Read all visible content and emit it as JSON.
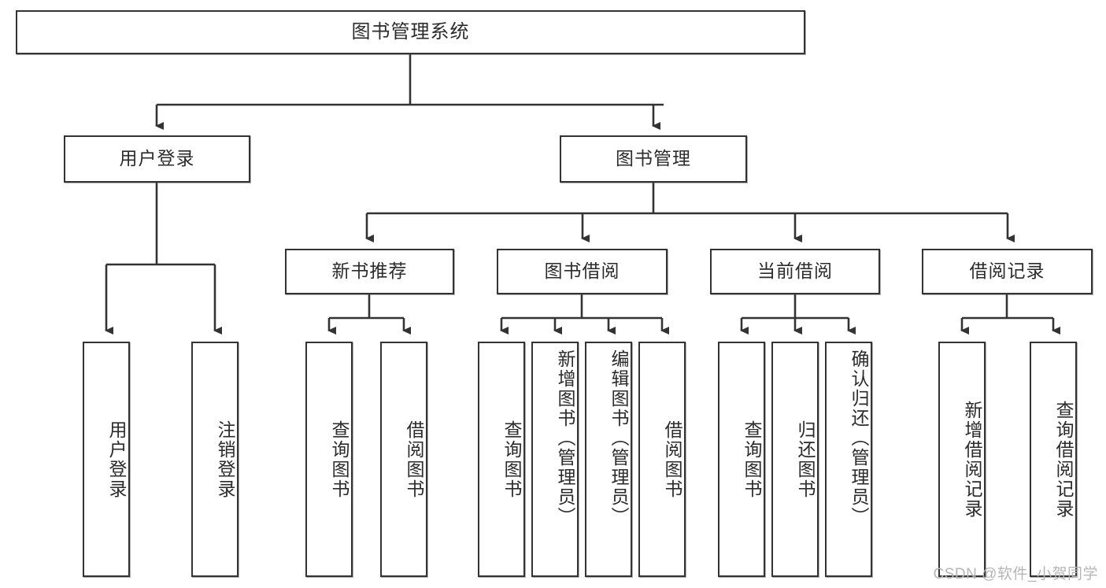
{
  "diagram": {
    "title": "图书管理系统",
    "root": {
      "label": "图书管理系统"
    },
    "level2": [
      {
        "label": "用户登录"
      },
      {
        "label": "图书管理"
      }
    ],
    "level3": [
      {
        "label": "新书推荐"
      },
      {
        "label": "图书借阅"
      },
      {
        "label": "当前借阅"
      },
      {
        "label": "借阅记录"
      }
    ],
    "leaves": {
      "user_login": [
        {
          "label": "用户登录"
        },
        {
          "label": "注销登录"
        }
      ],
      "new_book": [
        {
          "label": "查询图书"
        },
        {
          "label": "借阅图书"
        }
      ],
      "book_borrow": [
        {
          "label": "查询图书"
        },
        {
          "label": "新增图书（管理员）"
        },
        {
          "label": "编辑图书（管理员）"
        },
        {
          "label": "借阅图书"
        }
      ],
      "current_borrow": [
        {
          "label": "查询图书"
        },
        {
          "label": "归还图书"
        },
        {
          "label": "确认归还（管理员）"
        }
      ],
      "borrow_record": [
        {
          "label": "新增借阅记录"
        },
        {
          "label": "查询借阅记录"
        }
      ]
    }
  },
  "watermark": {
    "text": "CSDN @软件_小贺同学"
  },
  "colors": {
    "box_border": "#333333",
    "box_fill": "#ffffff",
    "text": "#2b2b2b",
    "connector": "#333333",
    "watermark": "#b6b6b6"
  }
}
